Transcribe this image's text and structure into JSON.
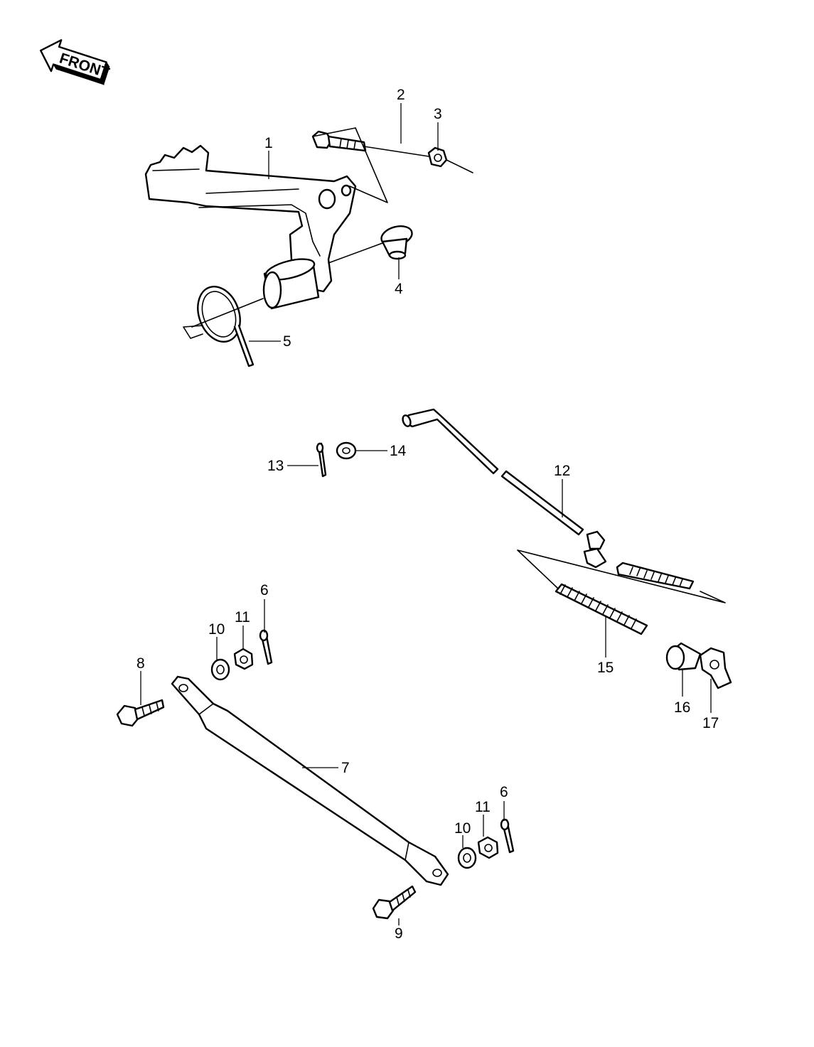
{
  "front_badge": {
    "label": "FRONT",
    "icon": "arrow-left-icon"
  },
  "callouts": {
    "c1": "1",
    "c2": "2",
    "c3": "3",
    "c4": "4",
    "c5": "5",
    "c6a": "6",
    "c6b": "6",
    "c7": "7",
    "c8": "8",
    "c9": "9",
    "c10a": "10",
    "c10b": "10",
    "c11a": "11",
    "c11b": "11",
    "c12": "12",
    "c13": "13",
    "c14": "14",
    "c15": "15",
    "c16": "16",
    "c17": "17"
  }
}
